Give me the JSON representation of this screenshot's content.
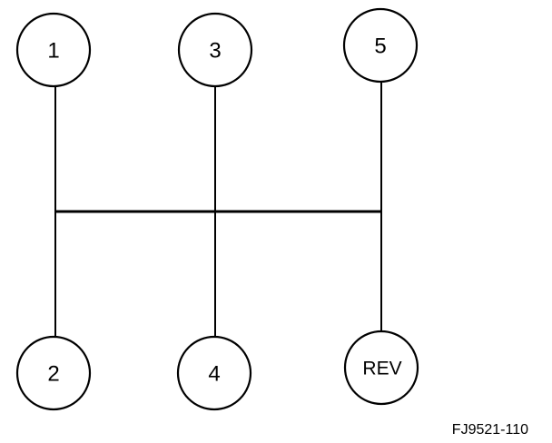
{
  "gears": [
    {
      "id": "g1",
      "label": "1"
    },
    {
      "id": "g3",
      "label": "3"
    },
    {
      "id": "g5",
      "label": "5"
    },
    {
      "id": "g2",
      "label": "2"
    },
    {
      "id": "g4",
      "label": "4"
    },
    {
      "id": "grev",
      "label": "REV"
    }
  ],
  "figure_id": "FJ9521-110"
}
